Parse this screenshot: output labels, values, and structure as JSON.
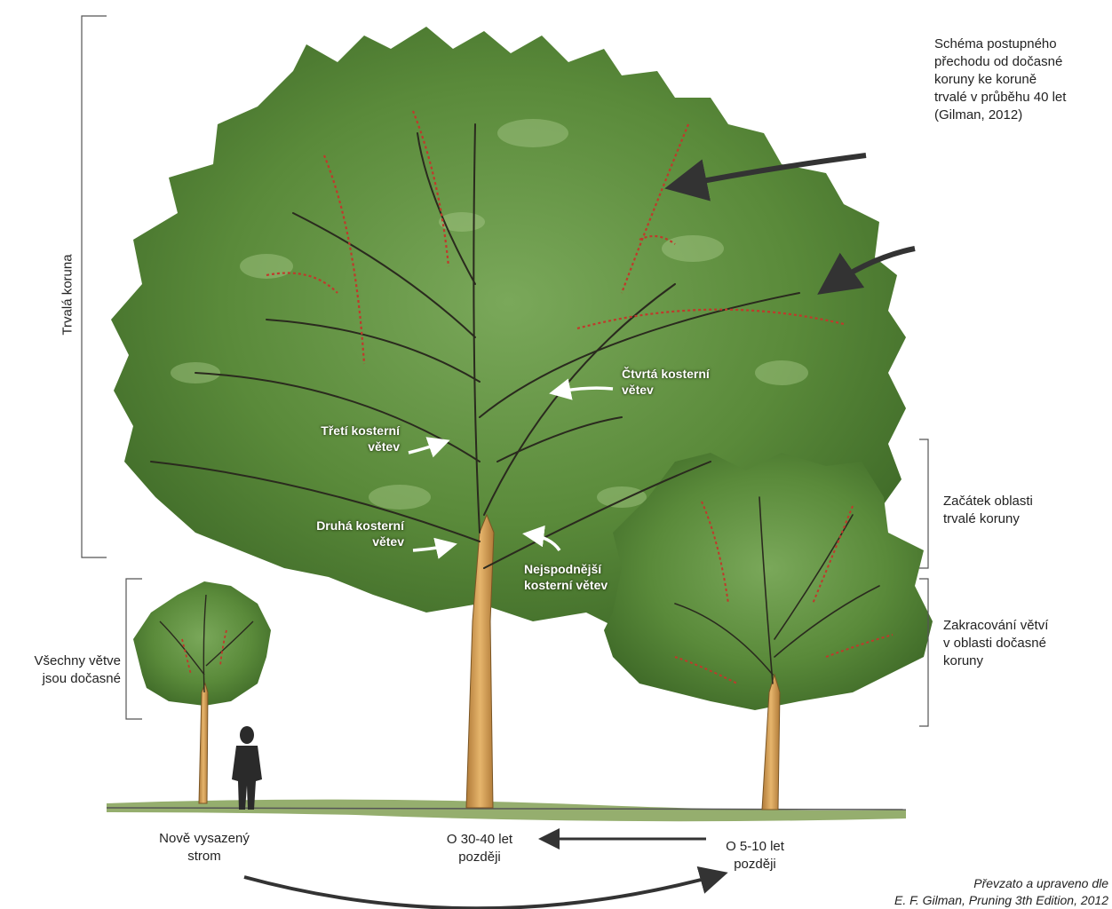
{
  "caption": "Schéma postupného\npřechodu od dočasné\nkoruny ke koruně\ntrvalé v průběhu 40 let\n(Gilman, 2012)",
  "labels": {
    "trvala_koruna": "Trvalá koruna",
    "ctvrta": "Čtvrtá kosterní\nvětev",
    "treti": "Třetí kosterní\nvětev",
    "druha": "Druhá kosterní\nvětev",
    "nejspodnejsi": "Nejspodnější\nkosterní větev",
    "zacatek": "Začátek oblasti\ntrvalé koruny",
    "zakracovani": "Zakracování větví\nv oblasti dočasné\nkoruny",
    "vsechny": "Všechny větve\njsou dočasné",
    "nove": "Nově vysazený\nstrom",
    "o3040": "O 30-40 let\npozději",
    "o510": "O 5-10 let\npozději"
  },
  "source": {
    "line1": "Převzato a upraveno dle",
    "line2": "E. F. Gilman, Pruning 3th Edition, 2012"
  },
  "colors": {
    "foliage": "#5a8a3a",
    "foliage_dark": "#3f6a28",
    "foliage_light": "#9cbf7a",
    "trunk": "#d9a35a",
    "branch": "#2a2a1e",
    "pruned_branch": "#c0392b",
    "arrow_dark": "#333333",
    "ground": "#7a9a4a"
  }
}
